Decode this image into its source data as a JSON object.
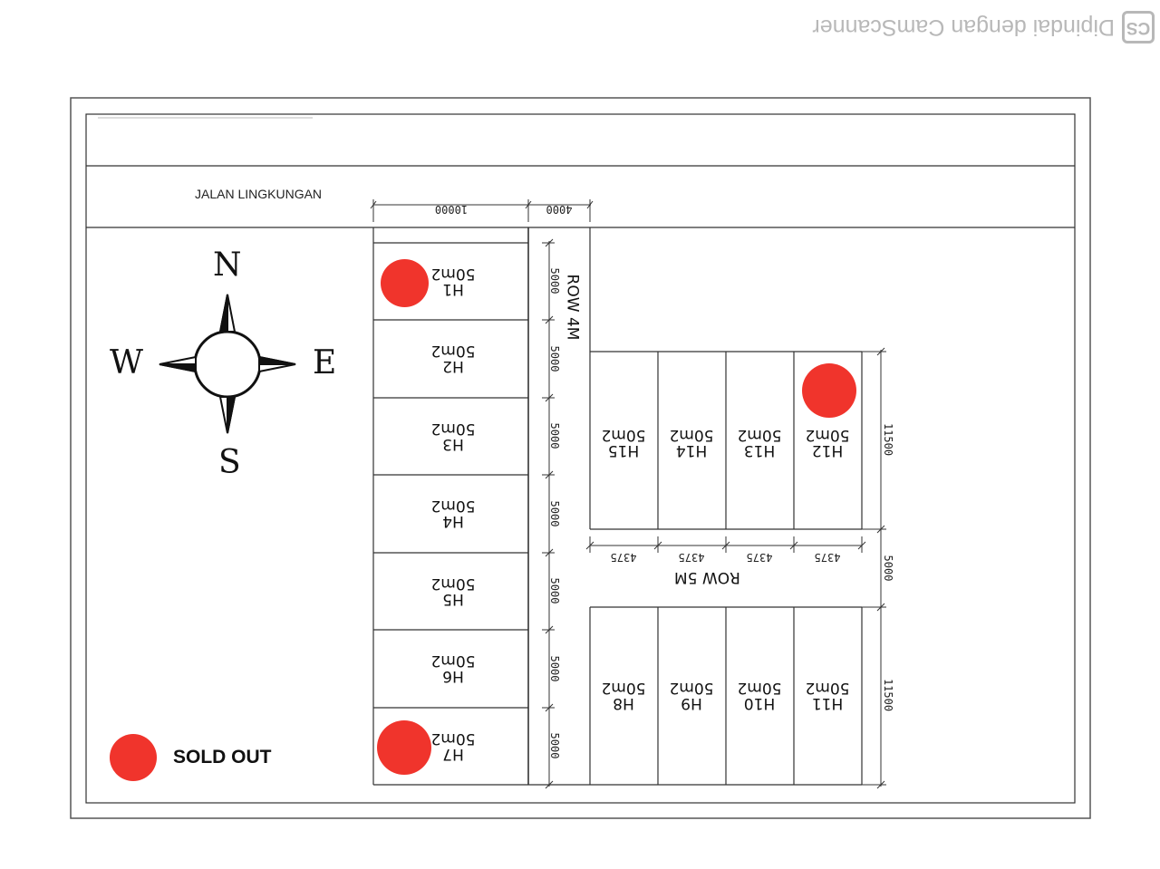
{
  "watermark": {
    "logo": "CS",
    "text": "Dipindai dengan CamScanner"
  },
  "road_label": "JALAN LINGKUNGAN",
  "compass": {
    "north": "N",
    "south": "S",
    "east": "E",
    "west": "W"
  },
  "legend": {
    "label": "SOLD OUT",
    "color": "#f0342c"
  },
  "row_labels": {
    "row_4m": "ROW 4M",
    "row_5m": "ROW 5M"
  },
  "dimensions": {
    "top_lot_width": "10000",
    "top_row_width": "4000",
    "left_lot_depth": [
      "5000",
      "5000",
      "5000",
      "5000",
      "5000",
      "5000",
      "5000"
    ],
    "right_block_depth": [
      "11500",
      "11500"
    ],
    "middle_row_width": "5000",
    "unit_width": [
      "4375",
      "4375",
      "4375",
      "4375"
    ]
  },
  "lots": [
    {
      "id": "H1",
      "area": "50m2",
      "sold": true
    },
    {
      "id": "H2",
      "area": "50m2",
      "sold": false
    },
    {
      "id": "H3",
      "area": "50m2",
      "sold": false
    },
    {
      "id": "H4",
      "area": "50m2",
      "sold": false
    },
    {
      "id": "H5",
      "area": "50m2",
      "sold": false
    },
    {
      "id": "H6",
      "area": "50m2",
      "sold": false
    },
    {
      "id": "H7",
      "area": "50m2",
      "sold": true
    },
    {
      "id": "H8",
      "area": "50m2",
      "sold": false
    },
    {
      "id": "H9",
      "area": "50m2",
      "sold": false
    },
    {
      "id": "H10",
      "area": "50m2",
      "sold": false
    },
    {
      "id": "H11",
      "area": "50m2",
      "sold": false
    },
    {
      "id": "H12",
      "area": "50m2",
      "sold": true
    },
    {
      "id": "H13",
      "area": "50m2",
      "sold": false
    },
    {
      "id": "H14",
      "area": "50m2",
      "sold": false
    },
    {
      "id": "H15",
      "area": "50m2",
      "sold": false
    }
  ]
}
